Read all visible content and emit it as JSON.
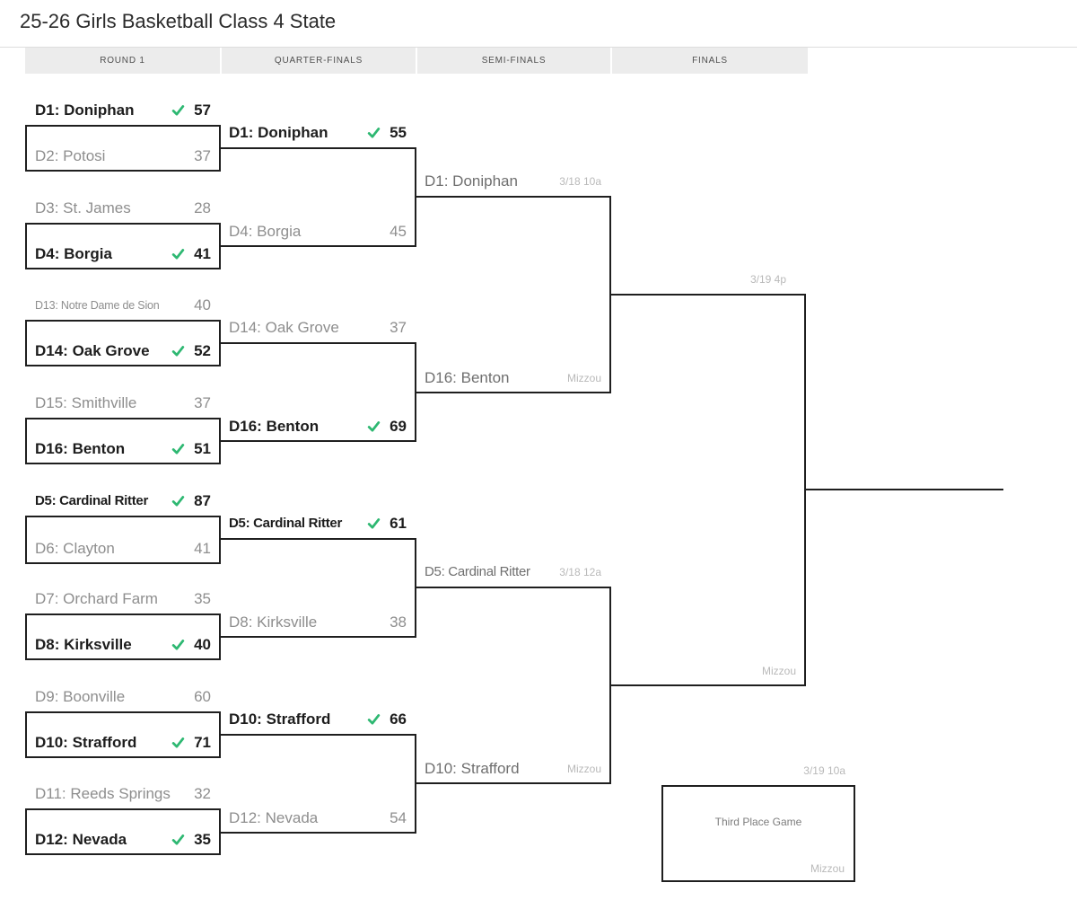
{
  "title": "25-26 Girls Basketball Class 4 State",
  "round_headers": [
    "ROUND 1",
    "QUARTER-FINALS",
    "SEMI-FINALS",
    "FINALS"
  ],
  "colors": {
    "line": "#1f1f1f",
    "winner_text": "#1d1d1d",
    "loser_text": "#8e8e8e",
    "advancer_text": "#6f6f6f",
    "note_text": "#b9b9b9",
    "check_green": "#2eb872",
    "header_bg": "#ececec"
  },
  "icons": {
    "winner_check": "check-icon"
  },
  "round1": [
    {
      "top": {
        "team": "D1: Doniphan",
        "score": "57",
        "winner": true
      },
      "bottom": {
        "team": "D2: Potosi",
        "score": "37",
        "winner": false
      }
    },
    {
      "top": {
        "team": "D3: St. James",
        "score": "28",
        "winner": false
      },
      "bottom": {
        "team": "D4: Borgia",
        "score": "41",
        "winner": true
      }
    },
    {
      "top": {
        "team": "D13: Notre Dame de Sion",
        "score": "40",
        "winner": false
      },
      "bottom": {
        "team": "D14: Oak Grove",
        "score": "52",
        "winner": true
      }
    },
    {
      "top": {
        "team": "D15: Smithville",
        "score": "37",
        "winner": false
      },
      "bottom": {
        "team": "D16: Benton",
        "score": "51",
        "winner": true
      }
    },
    {
      "top": {
        "team": "D5: Cardinal Ritter",
        "score": "87",
        "winner": true
      },
      "bottom": {
        "team": "D6: Clayton",
        "score": "41",
        "winner": false
      }
    },
    {
      "top": {
        "team": "D7: Orchard Farm",
        "score": "35",
        "winner": false
      },
      "bottom": {
        "team": "D8: Kirksville",
        "score": "40",
        "winner": true
      }
    },
    {
      "top": {
        "team": "D9: Boonville",
        "score": "60",
        "winner": false
      },
      "bottom": {
        "team": "D10: Strafford",
        "score": "71",
        "winner": true
      }
    },
    {
      "top": {
        "team": "D11: Reeds Springs",
        "score": "32",
        "winner": false
      },
      "bottom": {
        "team": "D12: Nevada",
        "score": "35",
        "winner": true
      }
    }
  ],
  "quarterfinals": [
    {
      "top": {
        "team": "D1: Doniphan",
        "score": "55",
        "winner": true
      },
      "bottom": {
        "team": "D4: Borgia",
        "score": "45",
        "winner": false
      }
    },
    {
      "top": {
        "team": "D14: Oak Grove",
        "score": "37",
        "winner": false
      },
      "bottom": {
        "team": "D16: Benton",
        "score": "69",
        "winner": true
      }
    },
    {
      "top": {
        "team": "D5: Cardinal Ritter",
        "score": "61",
        "winner": true
      },
      "bottom": {
        "team": "D8: Kirksville",
        "score": "38",
        "winner": false
      }
    },
    {
      "top": {
        "team": "D10: Strafford",
        "score": "66",
        "winner": true
      },
      "bottom": {
        "team": "D12: Nevada",
        "score": "54",
        "winner": false
      }
    }
  ],
  "semifinals": [
    {
      "top": {
        "team": "D1: Doniphan",
        "note": "3/18 10a"
      },
      "bottom": {
        "team": "D16: Benton",
        "note": "Mizzou"
      }
    },
    {
      "top": {
        "team": "D5: Cardinal Ritter",
        "note": "3/18 12a"
      },
      "bottom": {
        "team": "D10: Strafford",
        "note": "Mizzou"
      }
    }
  ],
  "finals": {
    "top_note": "3/19 4p",
    "bottom_note": "Mizzou"
  },
  "third_place": {
    "note": "3/19 10a",
    "label": "Third Place Game",
    "venue": "Mizzou"
  }
}
